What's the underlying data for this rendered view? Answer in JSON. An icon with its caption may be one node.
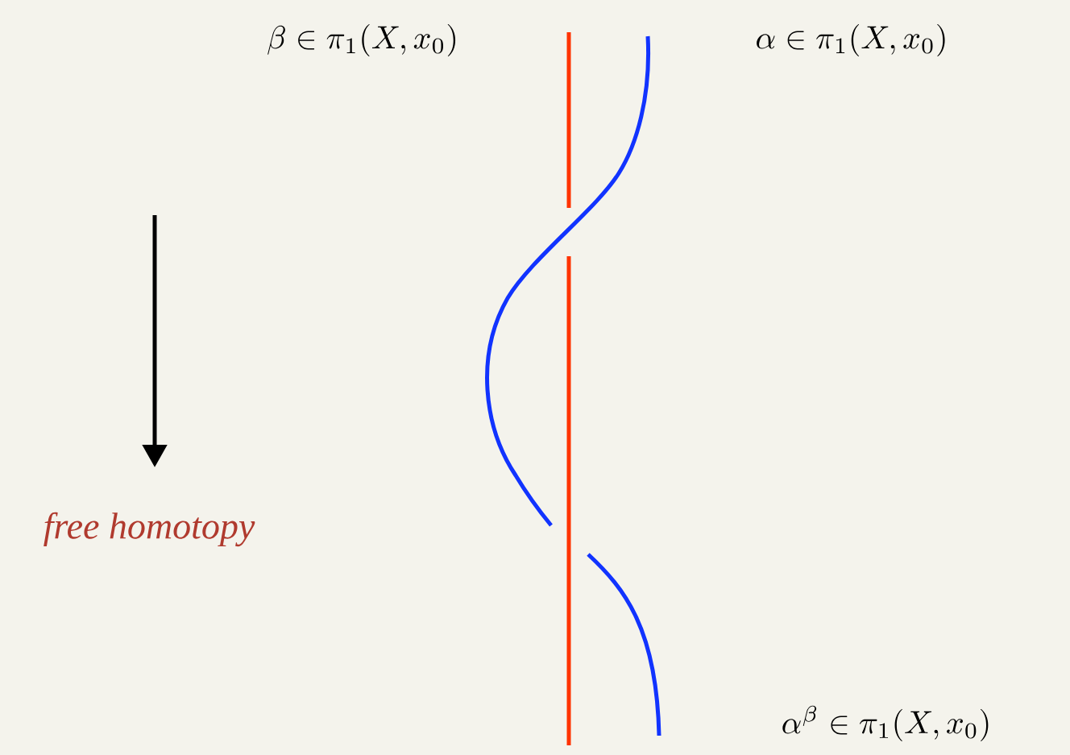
{
  "diagram": {
    "labels": [
      "\\beta \\in \\pi_1(X, x_0)",
      "\\alpha \\in \\pi_1(X, x_0)",
      "\\alpha^\\beta \\in \\pi_1(X, x_0)",
      "free homotopy"
    ]
  }
}
